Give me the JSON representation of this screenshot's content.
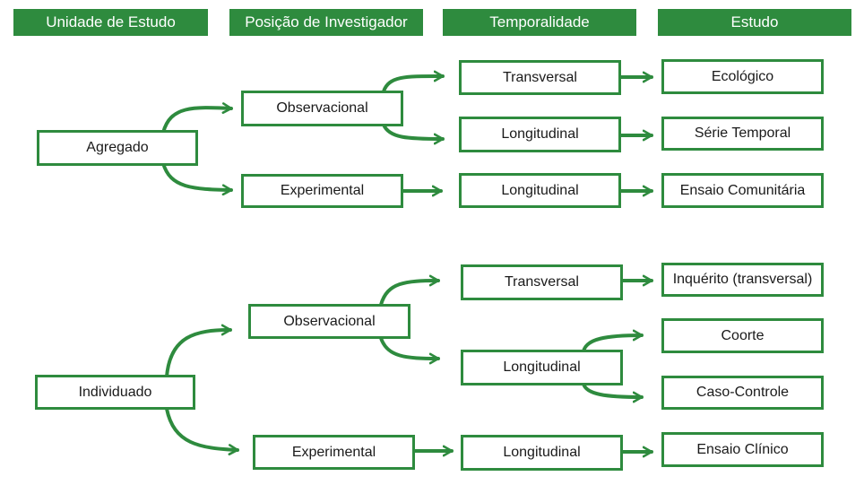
{
  "headers": {
    "unit": "Unidade de Estudo",
    "position": "Posição de Investigador",
    "temporality": "Temporalidade",
    "study": "Estudo"
  },
  "aggregate": {
    "unit": "Agregado",
    "observational": "Observacional",
    "experimental": "Experimental",
    "transversal": "Transversal",
    "longitudinal_obs": "Longitudinal",
    "longitudinal_exp": "Longitudinal",
    "ecological": "Ecológico",
    "time_series": "Série Temporal",
    "community_trial": "Ensaio Comunitária"
  },
  "individual": {
    "unit": "Individuado",
    "observational": "Observacional",
    "experimental": "Experimental",
    "transversal": "Transversal",
    "longitudinal_obs": "Longitudinal",
    "longitudinal_exp": "Longitudinal",
    "survey": "Inquérito (transversal)",
    "cohort": "Coorte",
    "case_control": "Caso-Controle",
    "clinical_trial": "Ensaio Clínico"
  },
  "colors": {
    "accent": "#2e8b3e"
  }
}
